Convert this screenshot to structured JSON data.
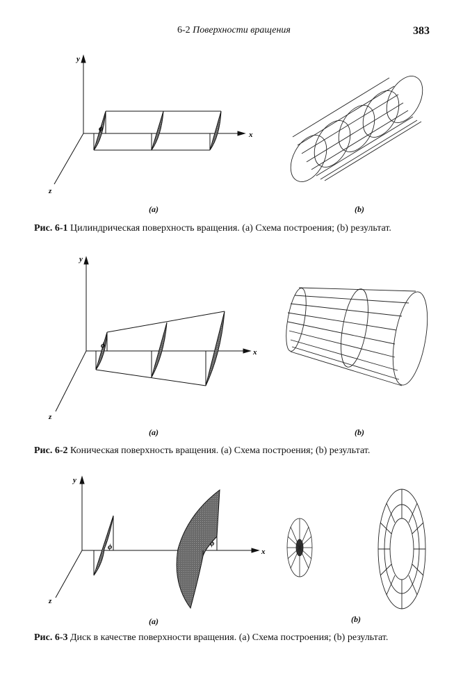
{
  "header": {
    "section_number": "6-2",
    "section_title": "Поверхности вращения",
    "page_number": "383"
  },
  "axes": {
    "x": "x",
    "y": "y",
    "z": "z",
    "phi": "ϕ"
  },
  "figures": [
    {
      "sub_a": "(a)",
      "sub_b": "(b)",
      "label": "Рис. 6-1",
      "caption": "Цилиндрическая поверхность вращения. (a) Схема построения; (b) результат."
    },
    {
      "sub_a": "(a)",
      "sub_b": "(b)",
      "label": "Рис. 6-2",
      "caption": "Коническая поверхность вращения. (a) Схема построения; (b) результат."
    },
    {
      "sub_a": "(a)",
      "sub_b": "(b)",
      "label": "Рис. 6-3",
      "caption": "Диск в качестве поверхности вращения. (a) Схема построения; (b) результат."
    }
  ]
}
